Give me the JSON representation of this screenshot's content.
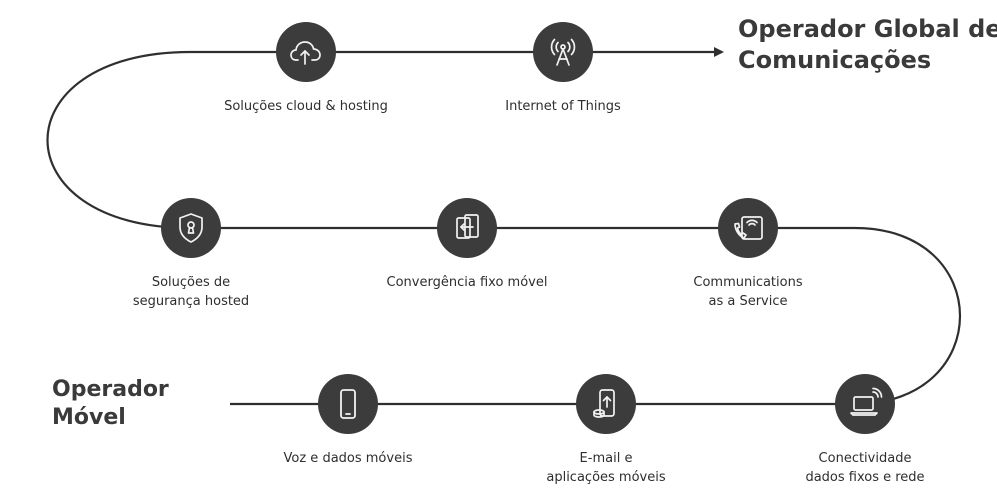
{
  "titles": {
    "global": [
      "Operador Global de",
      "Comunicações"
    ],
    "movel": [
      "Operador",
      "Móvel"
    ]
  },
  "colors": {
    "line": "#2f2f2f",
    "node_fill": "#3c3c3c",
    "icon_stroke": "#f2f2f2"
  },
  "stages": [
    {
      "id": "voz",
      "icon": "smartphone-icon",
      "label": [
        "Voz e dados móveis"
      ]
    },
    {
      "id": "email",
      "icon": "mobile-upload-coins-icon",
      "label": [
        "E-mail e",
        "aplicações móveis"
      ]
    },
    {
      "id": "conectividade",
      "icon": "laptop-wifi-icon",
      "label": [
        "Conectividade",
        "dados fixos e rede"
      ]
    },
    {
      "id": "caas",
      "icon": "phone-tablet-icon",
      "label": [
        "Communications",
        "as a Service"
      ]
    },
    {
      "id": "convergencia",
      "icon": "fixed-mobile-convergence-icon",
      "label": [
        "Convergência fixo móvel"
      ]
    },
    {
      "id": "seguranca",
      "icon": "shield-lock-icon",
      "label": [
        "Soluções de",
        "segurança hosted"
      ]
    },
    {
      "id": "cloud",
      "icon": "cloud-upload-icon",
      "label": [
        "Soluções cloud & hosting"
      ]
    },
    {
      "id": "iot",
      "icon": "antenna-signal-icon",
      "label": [
        "Internet of Things"
      ]
    }
  ]
}
